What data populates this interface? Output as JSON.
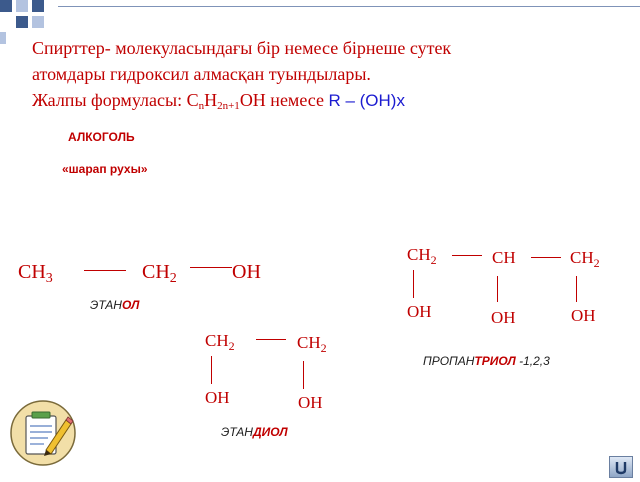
{
  "intro": {
    "line1": "Спирттер- молекуласындағы бір немесе бірнеше сутек",
    "line2": "атомдары гидроксил  алмасқан  туындылары.",
    "formula_prefix": "Жалпы формуласы:  C",
    "formula_n": "n",
    "formula_h": "H",
    "formula_sub": "2n+1",
    "formula_oh": "OH  немесе",
    "formula_alt": "R – (OH)x"
  },
  "labels": {
    "alcohol": "АЛКОГОЛЬ",
    "wine_spirit": "«шарап рухы»"
  },
  "ethanol": {
    "ch": "CH",
    "three": "3",
    "ch2": "CH",
    "two": "2",
    "oh": "OH",
    "name_prefix": "ЭТАН",
    "name_suffix": "ОЛ"
  },
  "ethanediol": {
    "ch": "CH",
    "two": "2",
    "oh": "OH",
    "name_prefix": "ЭТАН",
    "name_suffix": "ДИОЛ"
  },
  "propanetriol": {
    "ch": "CH",
    "two": "2",
    "oh": "OH",
    "name_prefix": "ПРОПАН",
    "name_suffix": "ТРИОЛ",
    "name_tail": " -1,2,3"
  },
  "colors": {
    "text": "#c00000",
    "accent": "#1b1bd0",
    "deco_light": "#b3c3e0",
    "deco_dark": "#3c5a8c"
  },
  "icons": [
    "notepad-pencil-icon",
    "return-icon"
  ]
}
